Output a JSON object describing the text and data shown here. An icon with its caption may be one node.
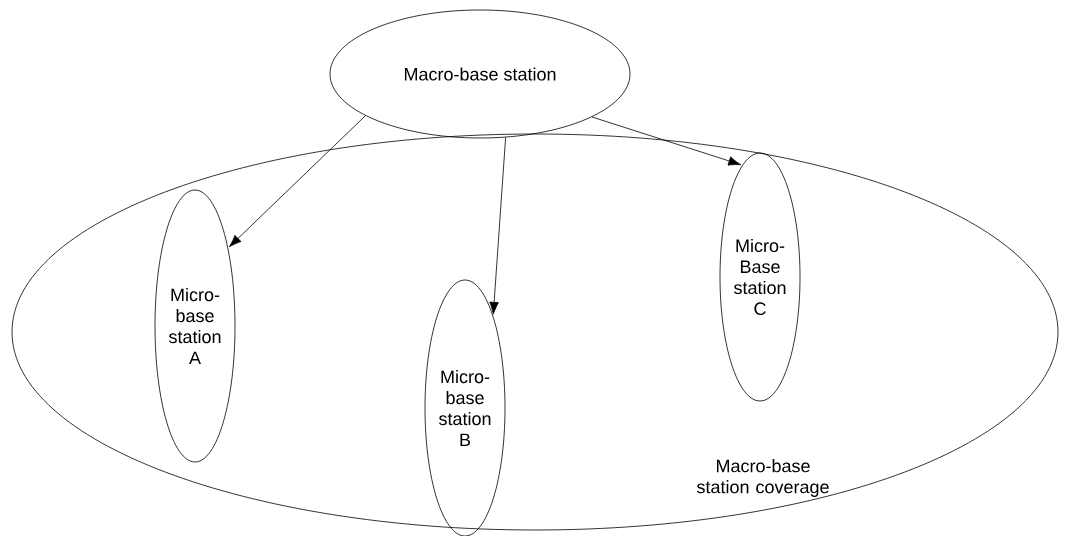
{
  "diagram": {
    "nodes": [
      {
        "text": [
          "Macro-base station"
        ]
      },
      {
        "text": [
          "Macro-base station coverage"
        ]
      },
      {
        "text": [
          "Micro-base station A"
        ],
        "in": 1
      },
      {
        "text": [
          "Micro-base station B"
        ],
        "in": 1
      },
      {
        "text": [
          "Micro-Base station C"
        ],
        "in": 1
      }
    ],
    "edges": [
      {
        "from": 0,
        "to": 2,
        "arrow": "to"
      },
      {
        "from": 0,
        "to": 3,
        "arrow": "to"
      },
      {
        "from": 0,
        "to": 4,
        "arrow": "to"
      }
    ]
  }
}
